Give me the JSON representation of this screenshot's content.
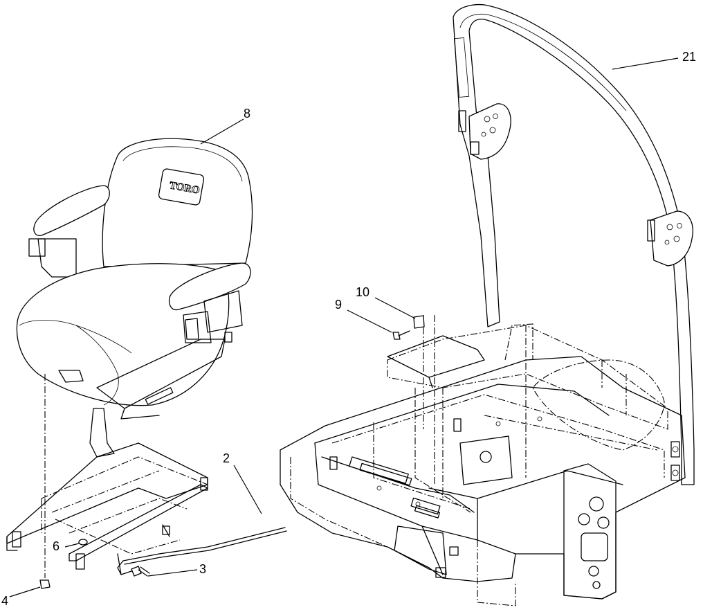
{
  "brand": {
    "logo_text": "TORO"
  },
  "callouts": [
    {
      "id": "2",
      "label": "2"
    },
    {
      "id": "3",
      "label": "3"
    },
    {
      "id": "4",
      "label": "4"
    },
    {
      "id": "6",
      "label": "6"
    },
    {
      "id": "8",
      "label": "8"
    },
    {
      "id": "9",
      "label": "9"
    },
    {
      "id": "10",
      "label": "10"
    },
    {
      "id": "21",
      "label": "21"
    }
  ]
}
